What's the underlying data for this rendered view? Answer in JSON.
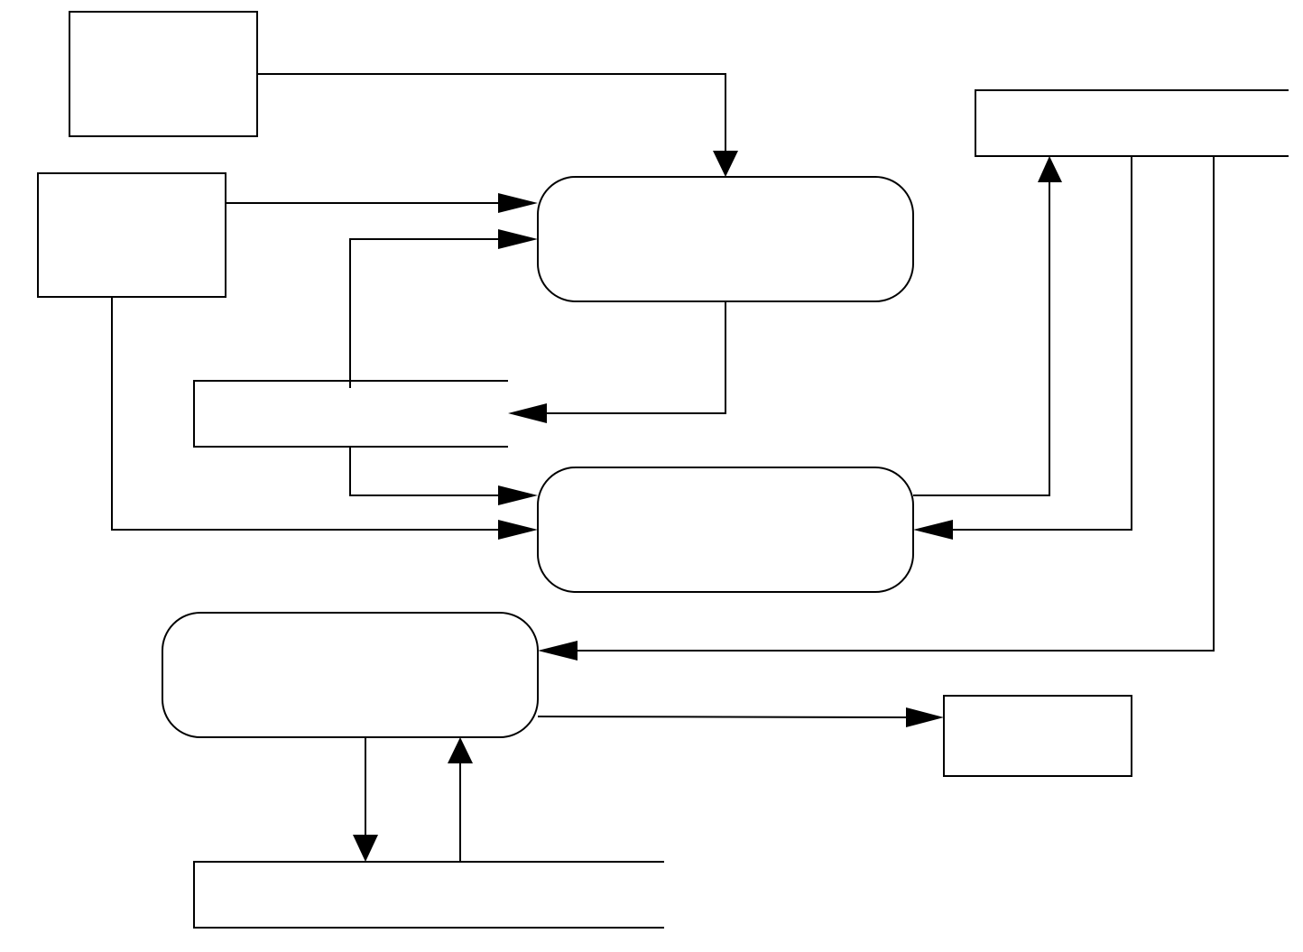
{
  "diagram": {
    "kind": "data-flow-diagram",
    "stroke_color": "#000000",
    "background_color": "#ffffff",
    "external_entities": [
      {
        "id": "entity-1",
        "label": ""
      },
      {
        "id": "entity-2",
        "label": ""
      },
      {
        "id": "entity-3",
        "label": ""
      }
    ],
    "processes": [
      {
        "id": "process-1",
        "label": ""
      },
      {
        "id": "process-2",
        "label": ""
      },
      {
        "id": "process-3",
        "label": ""
      }
    ],
    "data_stores": [
      {
        "id": "store-1",
        "label": ""
      },
      {
        "id": "store-2",
        "label": ""
      },
      {
        "id": "store-3",
        "label": ""
      }
    ],
    "flows": [
      {
        "from": "entity-1",
        "to": "process-1"
      },
      {
        "from": "entity-2",
        "to": "process-1"
      },
      {
        "from": "store-1",
        "to": "process-1"
      },
      {
        "from": "process-1",
        "to": "store-1"
      },
      {
        "from": "store-1",
        "to": "process-2"
      },
      {
        "from": "entity-2",
        "to": "process-2"
      },
      {
        "from": "process-2",
        "to": "store-2"
      },
      {
        "from": "store-2",
        "to": "process-2"
      },
      {
        "from": "store-2",
        "to": "process-3"
      },
      {
        "from": "process-3",
        "to": "entity-3"
      },
      {
        "from": "process-3",
        "to": "store-3"
      },
      {
        "from": "store-3",
        "to": "process-3"
      }
    ]
  }
}
